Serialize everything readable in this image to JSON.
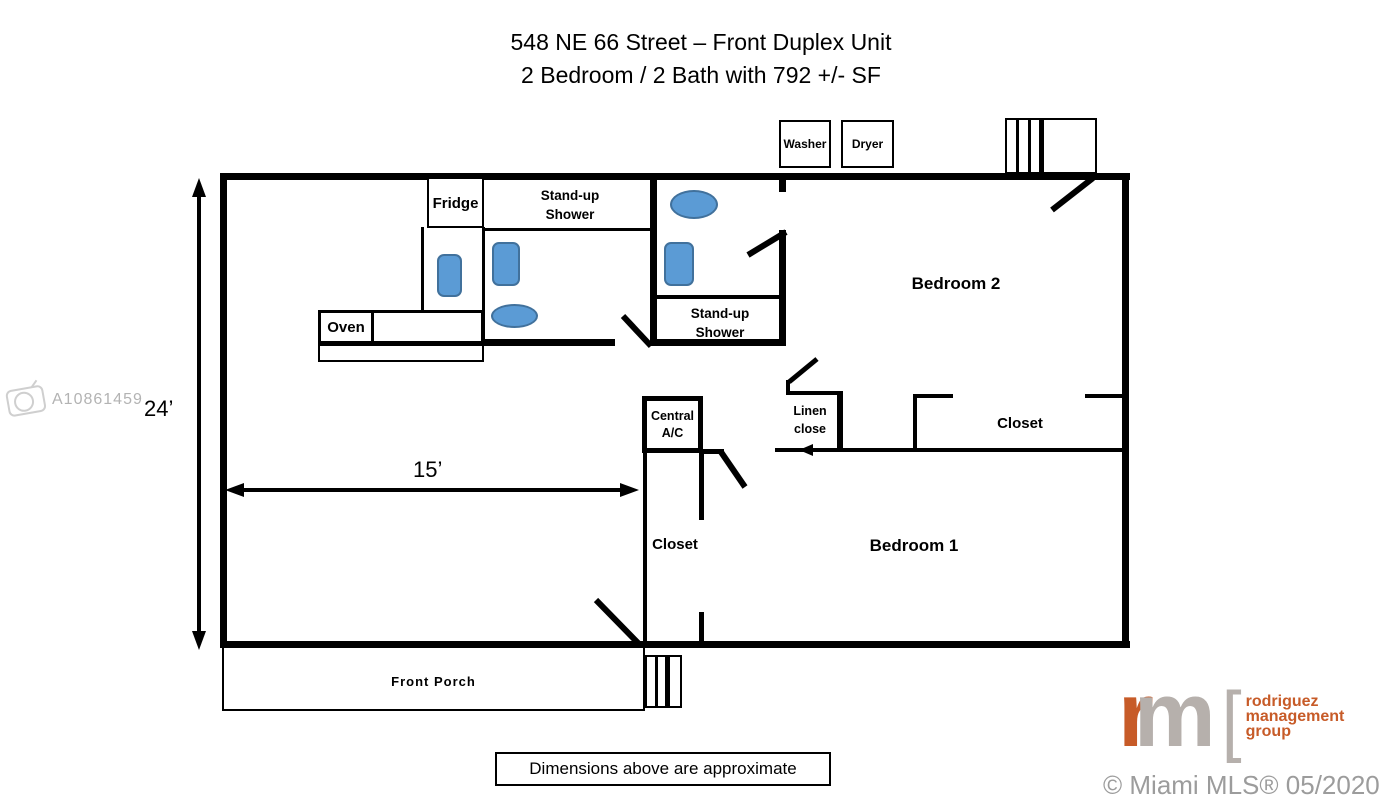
{
  "title": {
    "line1": "548 NE 66 Street – Front Duplex Unit",
    "line2": "2 Bedroom / 2 Bath with 792 +/- SF"
  },
  "watermark": {
    "listing_id": "A10861459"
  },
  "appliances": {
    "washer": "Washer",
    "dryer": "Dryer",
    "fridge": "Fridge",
    "oven": "Oven",
    "central_ac": "Central\nA/C"
  },
  "rooms": {
    "bedroom2": "Bedroom 2",
    "bedroom1": "Bedroom 1",
    "shower1": "Stand-up\nShower",
    "shower2": "Stand-up\nShower",
    "linen_closet": "Linen\nclose",
    "closet_bedroom2": "Closet",
    "closet_hall": "Closet",
    "front_porch": "Front Porch"
  },
  "dimensions": {
    "height_label": "24’",
    "width_label": "15’",
    "note": "Dimensions above are approximate"
  },
  "logo": {
    "letter_r": "r",
    "letter_m": "m",
    "bracket": "[",
    "line1": "rodriguez",
    "line2": "management",
    "line3": "group"
  },
  "footer": {
    "copyright": "© Miami MLS® 05/2020"
  },
  "colors": {
    "wall": "#000000",
    "fixture_fill": "#5b9bd5",
    "fixture_border": "#41719c",
    "logo_orange": "#c75b28",
    "logo_gray": "#b6b0ac",
    "watermark_gray": "#b3b3b3"
  }
}
